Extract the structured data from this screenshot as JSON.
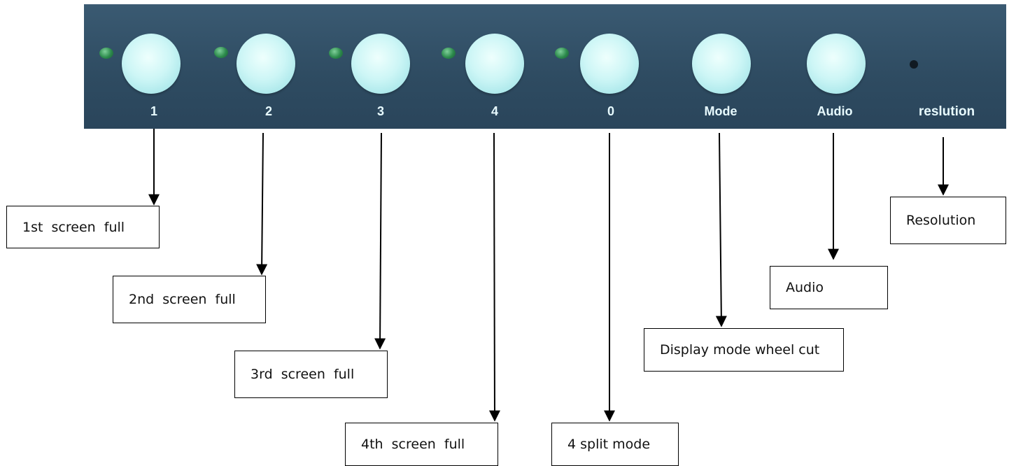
{
  "panel": {
    "buttons": [
      {
        "label": "1",
        "has_led": true
      },
      {
        "label": "2",
        "has_led": true
      },
      {
        "label": "3",
        "has_led": true
      },
      {
        "label": "4",
        "has_led": true
      },
      {
        "label": "0",
        "has_led": true
      },
      {
        "label": "Mode",
        "has_led": false
      },
      {
        "label": "Audio",
        "has_led": false
      }
    ],
    "reset_label": "reslution"
  },
  "callouts": [
    {
      "text": "1st  screen  full"
    },
    {
      "text": "2nd  screen  full"
    },
    {
      "text": "3rd  screen  full"
    },
    {
      "text": "4th  screen  full"
    },
    {
      "text": "4 split mode"
    },
    {
      "text": "Display mode wheel cut"
    },
    {
      "text": "Audio"
    },
    {
      "text": "Resolution"
    }
  ],
  "colors": {
    "panel": "#2e4b61",
    "button": "#cdf6f6",
    "led": "#2c8a4c",
    "label": "#e8fbff"
  }
}
